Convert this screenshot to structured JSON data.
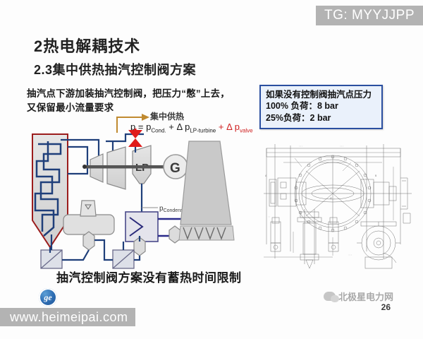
{
  "watermarks": {
    "top_right": "TG: MYYJJPP",
    "bottom_left": "www.heimeipai.com"
  },
  "slide": {
    "title": "2热电解耦技术",
    "subtitle": "2.3集中供热抽汽控制阀方案",
    "lead_line1": "抽汽点下游加装抽汽控制阀，把压力“憋”上去，",
    "lead_line2": "又保留最小流量要求",
    "caption": "抽汽控制阀方案没有蓄热时间限制",
    "page_number": "26"
  },
  "callout": {
    "heading": "如果没有控制阀抽汽点压力",
    "line_100": "100% 负荷：8 bar",
    "line_25": "25%负荷：2 bar",
    "border_color": "#2a4fa0",
    "fill_color": "#eaf1fb"
  },
  "formula": {
    "heat_label": "集中供热",
    "expression": "p = p Cond. + Δ p LP-turbine + Δ p valve",
    "p": "p",
    "equals": "=",
    "term1_base": "p",
    "term1_sub": "Cond.",
    "plus": "+",
    "delta": "Δ",
    "term2_base": "p",
    "term2_sub": "LP-turbine",
    "term3_base": "p",
    "term3_sub": "valve",
    "accent_color": "#cf2020"
  },
  "diagram": {
    "turbine_lp_label": "LP",
    "generator_label": "G",
    "condenser_pressure_label": "p",
    "condenser_pressure_sub": "Condenser",
    "boiler_outline_color": "#9b1c1c",
    "pipe_color": "#1f3f7a",
    "valve_color": "#e01b1b",
    "equipment_fill": "#dcdcdc",
    "components": [
      "boiler",
      "hp-turbine",
      "ip-turbine",
      "extraction-control-valve",
      "lp-turbine",
      "generator",
      "condenser",
      "cooling-tower",
      "deaerator",
      "feedwater-pump",
      "condensate-pump",
      "feedwater-heater-1",
      "feedwater-heater-2",
      "circulating-water-pump"
    ]
  },
  "technical_drawing": {
    "name": "butterfly-valve-assembly-drawing",
    "views": [
      "front-section-view",
      "side-view",
      "actuator-detail",
      "gearbox-detail"
    ]
  },
  "brand": {
    "logo_text": "ge",
    "wechat_name": "北极星电力网"
  }
}
